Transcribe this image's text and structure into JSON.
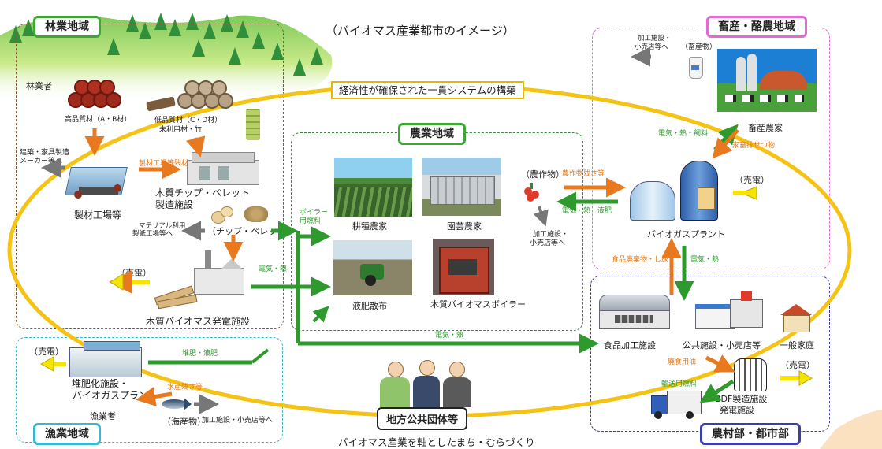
{
  "title": "（バイオマス産業都市のイメージ）",
  "banner": "経済性が確保された一貫システムの構築",
  "regions": {
    "forestry": "林業地域",
    "livestock": "畜産・酪農地域",
    "agriculture": "農業地域",
    "fishery": "漁業地域",
    "rural_urban": "農村部・都市部"
  },
  "forestry": {
    "forester": "林業者",
    "high_grade": "高品質材（A・B材）",
    "low_grade_1": "低品質材（C・D材）",
    "low_grade_2": "未利用材・竹",
    "builder_1": "建築・家具製造",
    "builder_2": "メーカー等へ",
    "sawmill_residue": "製材工場等残材",
    "sawmill": "製材工場等",
    "chip_1": "木質チップ・ペレット",
    "chip_2": "製造施設",
    "material_1": "マテリアル利用",
    "material_2": "製紙工場等へ",
    "chip_pellet": "（チップ・ペレット）",
    "sell_power": "（売電）",
    "power_plant": "木質バイオマス発電施設",
    "elec_heat": "電気・熱",
    "boiler_fuel_1": "ボイラー",
    "boiler_fuel_2": "用燃料"
  },
  "agriculture": {
    "field": "耕種農家",
    "horticulture": "園芸農家",
    "liquid_fertilizer": "液肥散布",
    "boiler": "木質バイオマスボイラー",
    "crops": "（農作物）",
    "processing_1": "加工施設・",
    "processing_2": "小売店等へ",
    "crop_residue": "農作物残さ等",
    "elec_heat_fert": "電気・熱・液肥",
    "elec_heat": "電気・熱"
  },
  "livestock": {
    "processing_1": "加工施設・",
    "processing_2": "小売店等へ",
    "livestock_products": "（畜産物）",
    "farmer": "畜産農家",
    "elec_heat_feed": "電気・熱・飼料",
    "manure": "家畜排せつ物",
    "biogas_plant": "バイオガスプラント",
    "sell_power": "（売電）",
    "food_waste": "食品廃棄物・し尿",
    "elec_heat": "電気・熱"
  },
  "urban": {
    "food_processing": "食品加工施設",
    "public": "公共施設・小売店等",
    "household": "一般家庭",
    "waste_oil": "廃食用油",
    "transport_fuel": "輸送用燃料",
    "bdf_1": "BDF製造施設",
    "bdf_2": "発電施設",
    "sell_power": "（売電）"
  },
  "fishery": {
    "sell_power": "（売電）",
    "compost_1": "堆肥化施設・",
    "compost_2": "バイオガスプラント",
    "compost_fert": "堆肥・液肥",
    "fish_residue": "水産残さ等",
    "fisher": "漁業者",
    "seafood": "（海産物）",
    "processing": "加工施設・小売店等へ"
  },
  "local_gov": "地方公共団体等",
  "footer": "バイオマス産業を軸としたまち・むらづくり",
  "colors": {
    "orange": "#e8791f",
    "green": "#2e9a2e",
    "gold": "#f4c316",
    "gray": "#777777",
    "yellow": "#f4e400"
  }
}
